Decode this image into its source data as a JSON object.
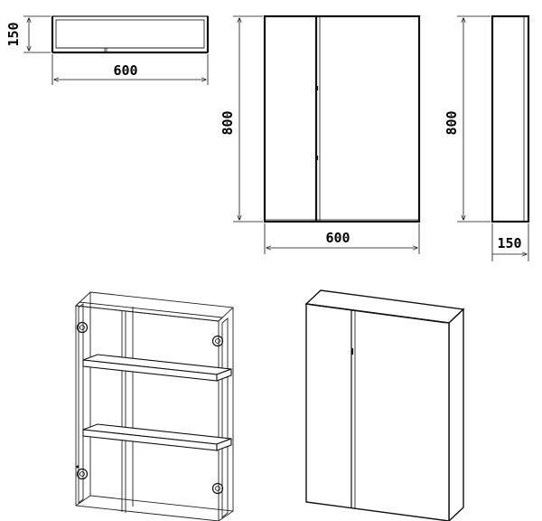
{
  "top_view": {
    "depth_label": "150",
    "width_label": "600"
  },
  "front_view": {
    "height_label": "800",
    "width_label": "600"
  },
  "side_view": {
    "height_label": "800",
    "depth_label": "150"
  },
  "colors": {
    "line": "#111111",
    "background": "#ffffff"
  }
}
